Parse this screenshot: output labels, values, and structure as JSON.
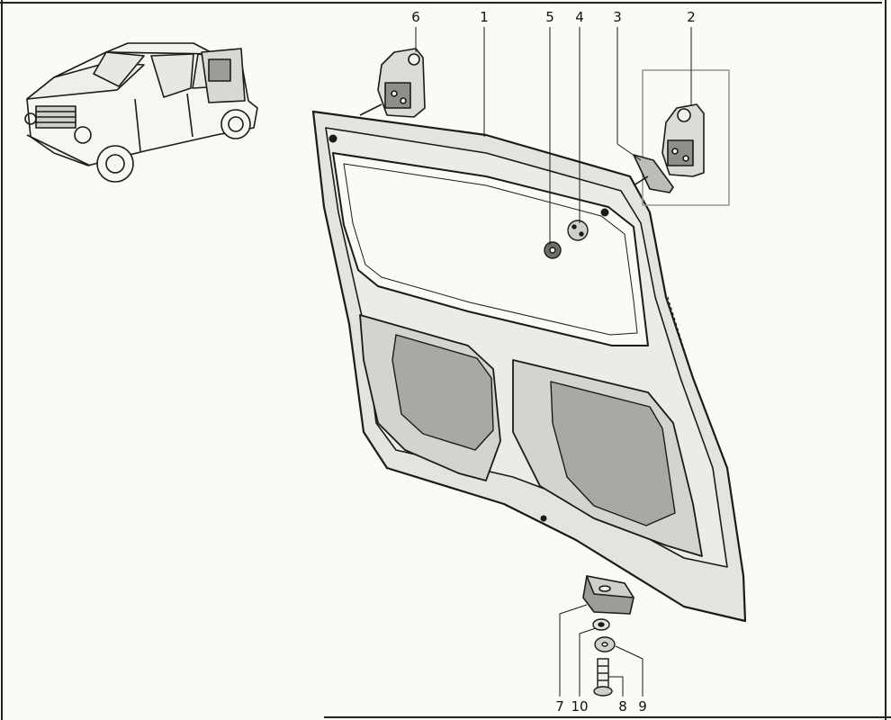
{
  "callouts": {
    "c1": "1",
    "c2": "2",
    "c3": "3",
    "c4": "4",
    "c5": "5",
    "c6": "6",
    "c7": "7",
    "c8": "8",
    "c9": "9",
    "c10": "10"
  },
  "colors": {
    "ink": "#1a1a1a",
    "paper": "#fbfaf6",
    "border": "#222222",
    "box": "#9a9a9a"
  },
  "icons": {
    "vehicle": "car-illustration-icon",
    "tailgate": "tailgate-panel-icon",
    "hinge": "hinge-bracket-icon",
    "striker": "striker-block-icon",
    "bolt": "bolt-icon"
  }
}
